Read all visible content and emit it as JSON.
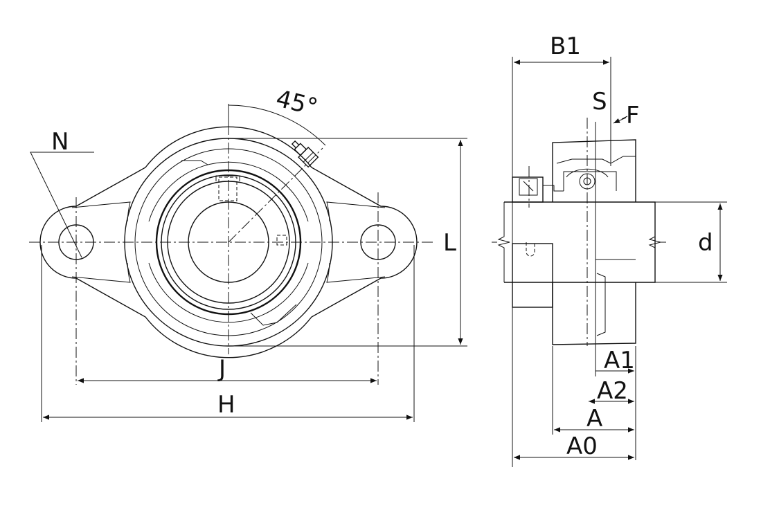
{
  "labels": {
    "angle": "45°",
    "N": "N",
    "L": "L",
    "J": "J",
    "H": "H",
    "B1": "B1",
    "S": "S",
    "F": "F",
    "d": "d",
    "A1": "A1",
    "A2": "A2",
    "A": "A",
    "A0": "A0"
  }
}
